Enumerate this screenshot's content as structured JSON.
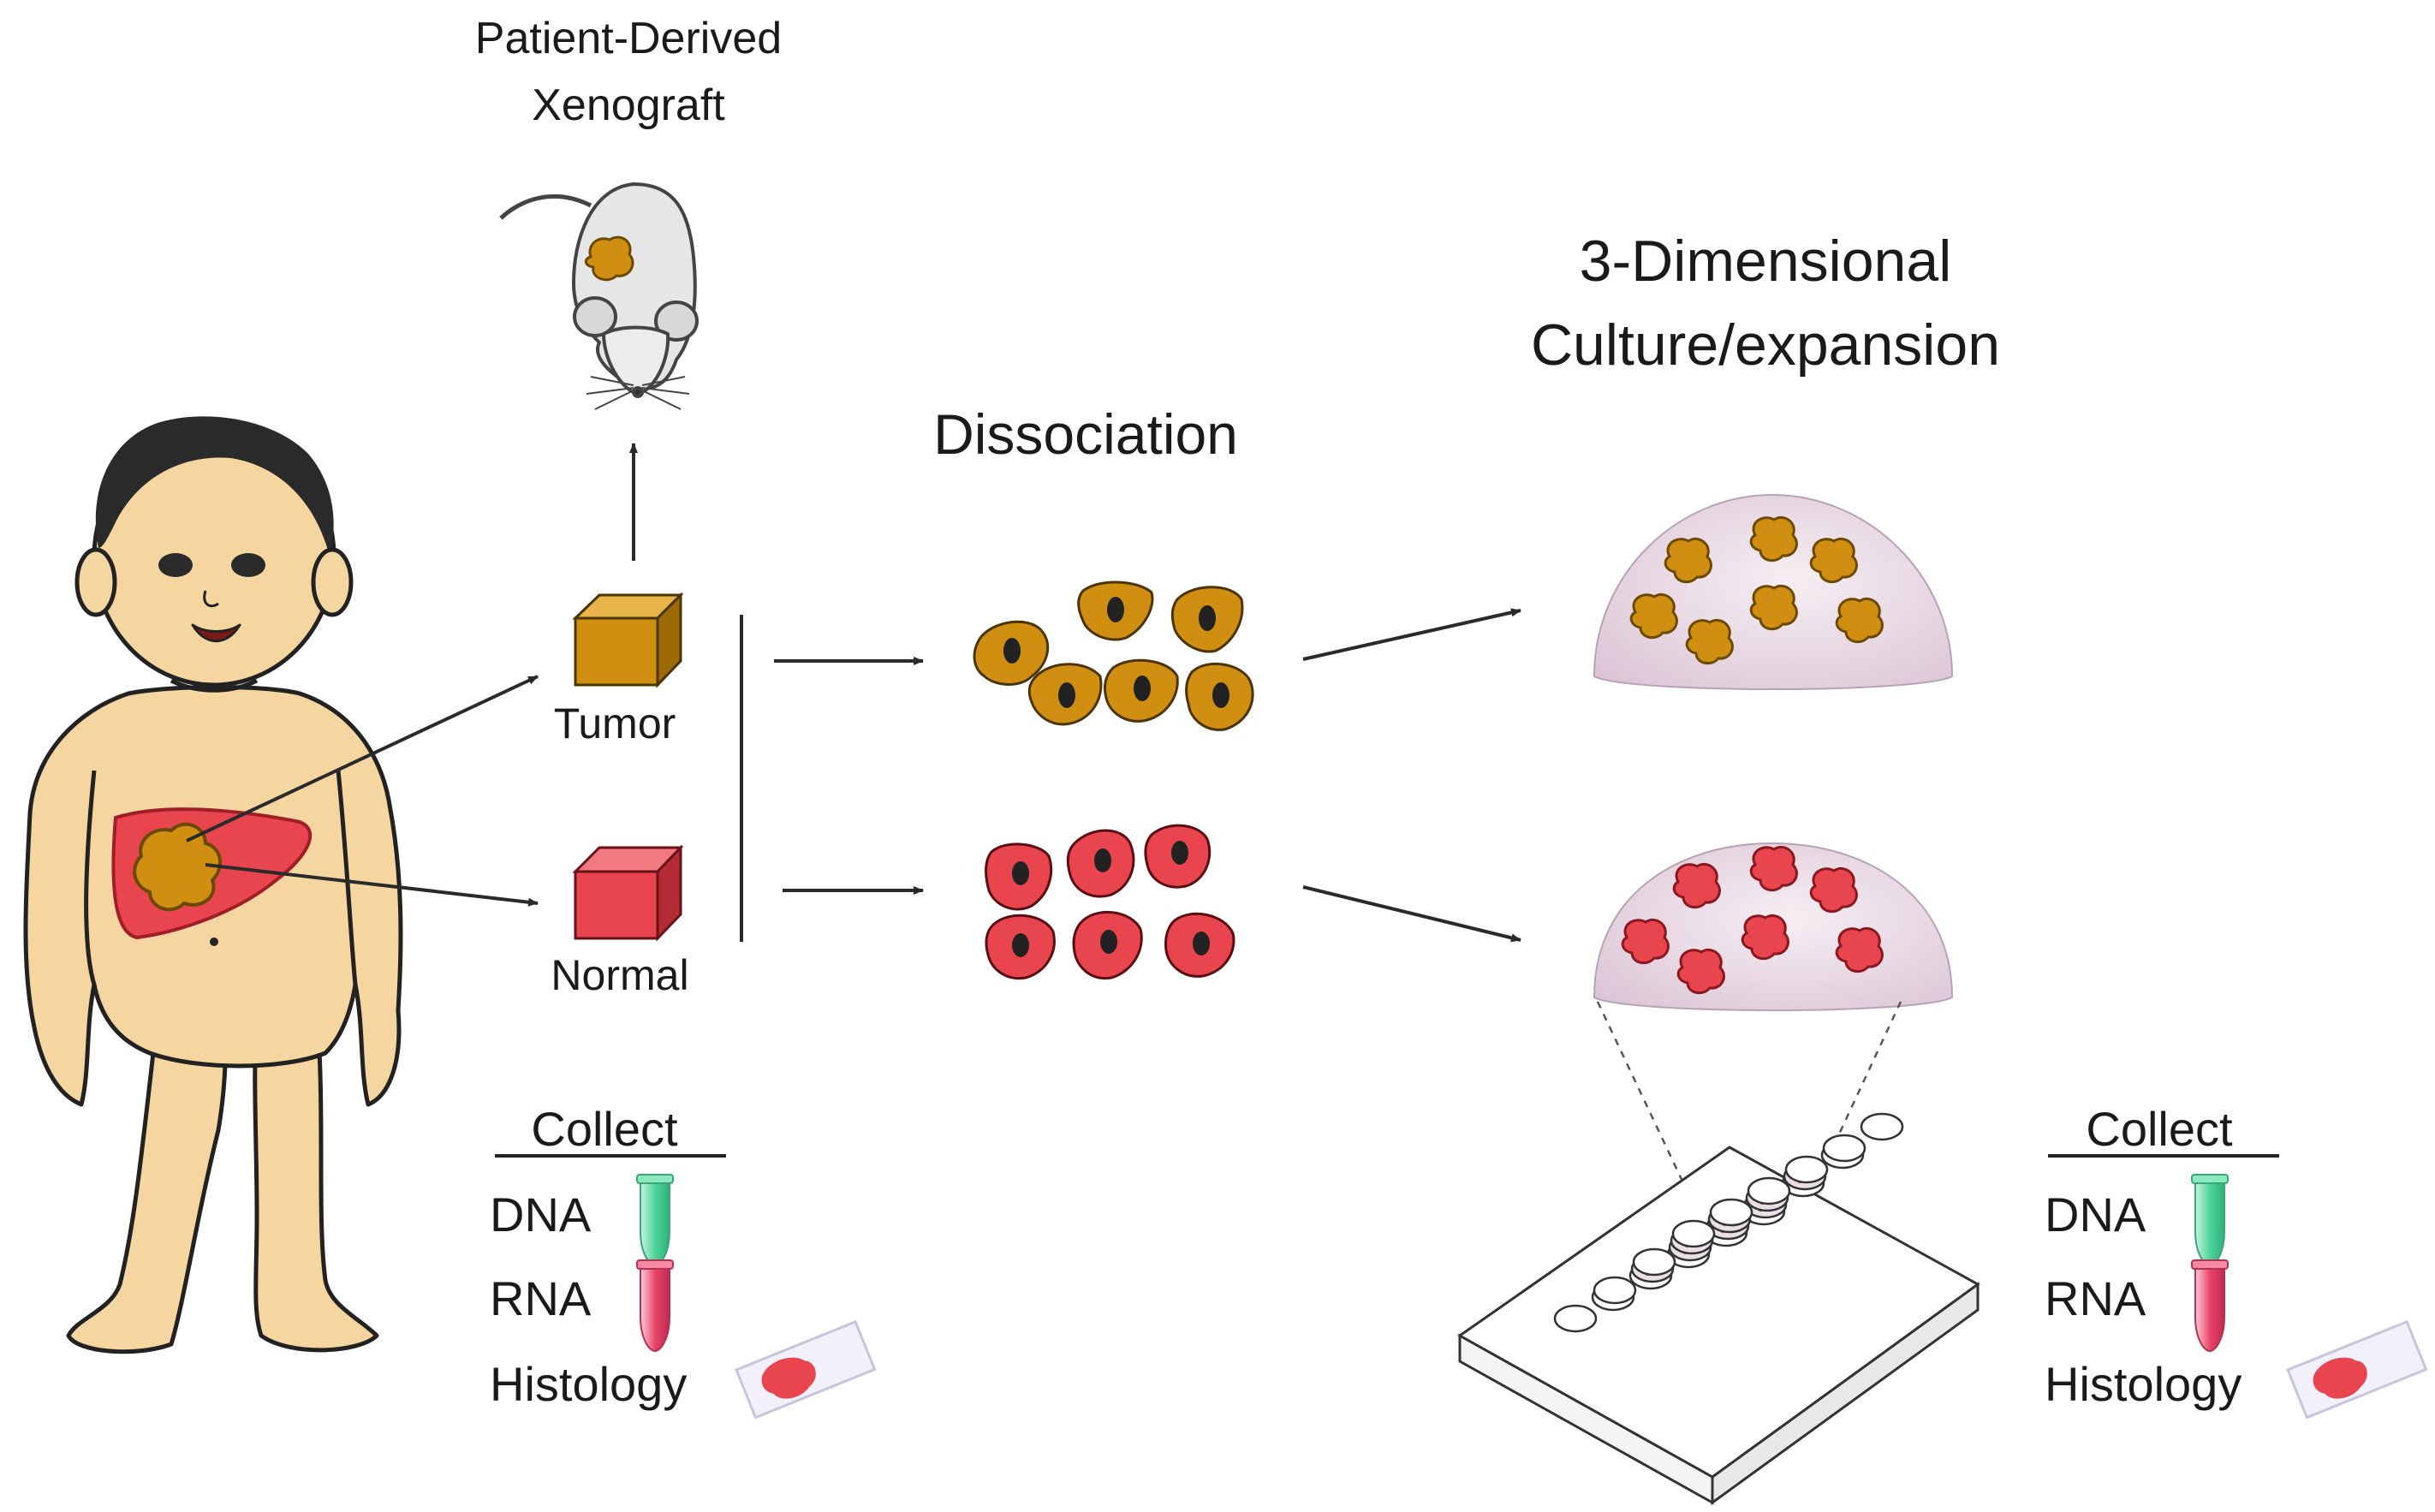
{
  "labels": {
    "pdx": [
      "Patient-Derived",
      "Xenograft"
    ],
    "dissociation": "Dissociation",
    "culture": [
      "3-Dimensional",
      "Culture/expansion"
    ],
    "tumor": "Tumor",
    "normal": "Normal"
  },
  "collect_left": {
    "heading": "Collect",
    "items": [
      "DNA",
      "RNA",
      "Histology"
    ]
  },
  "collect_right": {
    "heading": "Collect",
    "items": [
      "DNA",
      "RNA",
      "Histology"
    ]
  },
  "colors": {
    "tumor": "#d08f10",
    "normal": "#e8454e",
    "skin": "#f5d6a0",
    "dome": "#e8d6e2",
    "dna_tube": "#4fd49a",
    "rna_tube": "#e8456a"
  }
}
